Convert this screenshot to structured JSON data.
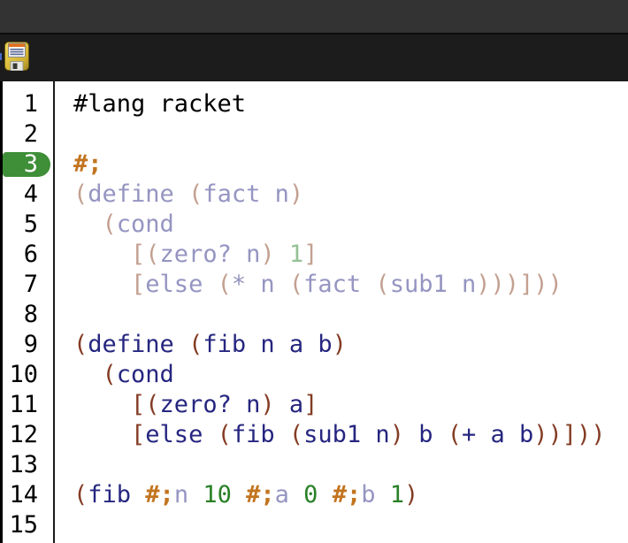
{
  "toolbar": {
    "save_icon": "floppy-disk-save-icon"
  },
  "editor": {
    "language_line": "#lang racket",
    "highlighted_line": "3",
    "colors": {
      "plain": "#000000",
      "paren": "#843c24",
      "id": "#262680",
      "num": "#298026",
      "comment": "#c2741f",
      "paren-f": "#c3a091",
      "id-f": "#9595c2",
      "num-f": "#95c295",
      "badge": "#3f8e38"
    },
    "lines": [
      {
        "num": "1",
        "tokens": [
          [
            "#lang racket",
            "plain"
          ]
        ]
      },
      {
        "num": "2",
        "tokens": []
      },
      {
        "num": "3",
        "tokens": [
          [
            "#;",
            "comment"
          ]
        ]
      },
      {
        "num": "4",
        "tokens": [
          [
            "(",
            "paren-f"
          ],
          [
            "define ",
            "id-f"
          ],
          [
            "(",
            "paren-f"
          ],
          [
            "fact n",
            "id-f"
          ],
          [
            ")",
            "paren-f"
          ]
        ]
      },
      {
        "num": "5",
        "tokens": [
          [
            "  ",
            "plain"
          ],
          [
            "(",
            "paren-f"
          ],
          [
            "cond",
            "id-f"
          ]
        ]
      },
      {
        "num": "6",
        "tokens": [
          [
            "    ",
            "plain"
          ],
          [
            "[(",
            "paren-f"
          ],
          [
            "zero? n",
            "id-f"
          ],
          [
            ")",
            "paren-f"
          ],
          [
            " ",
            "plain"
          ],
          [
            "1",
            "num-f"
          ],
          [
            "]",
            "paren-f"
          ]
        ]
      },
      {
        "num": "7",
        "tokens": [
          [
            "    ",
            "plain"
          ],
          [
            "[",
            "paren-f"
          ],
          [
            "else ",
            "id-f"
          ],
          [
            "(",
            "paren-f"
          ],
          [
            "* n ",
            "id-f"
          ],
          [
            "(",
            "paren-f"
          ],
          [
            "fact ",
            "id-f"
          ],
          [
            "(",
            "paren-f"
          ],
          [
            "sub1 n",
            "id-f"
          ],
          [
            ")))]))",
            "paren-f"
          ]
        ]
      },
      {
        "num": "8",
        "tokens": []
      },
      {
        "num": "9",
        "tokens": [
          [
            "(",
            "paren"
          ],
          [
            "define ",
            "id"
          ],
          [
            "(",
            "paren"
          ],
          [
            "fib n a b",
            "id"
          ],
          [
            ")",
            "paren"
          ]
        ]
      },
      {
        "num": "10",
        "tokens": [
          [
            "  ",
            "plain"
          ],
          [
            "(",
            "paren"
          ],
          [
            "cond",
            "id"
          ]
        ]
      },
      {
        "num": "11",
        "tokens": [
          [
            "    ",
            "plain"
          ],
          [
            "[(",
            "paren"
          ],
          [
            "zero? n",
            "id"
          ],
          [
            ")",
            "paren"
          ],
          [
            " ",
            "plain"
          ],
          [
            "a",
            "id"
          ],
          [
            "]",
            "paren"
          ]
        ]
      },
      {
        "num": "12",
        "tokens": [
          [
            "    ",
            "plain"
          ],
          [
            "[",
            "paren"
          ],
          [
            "else ",
            "id"
          ],
          [
            "(",
            "paren"
          ],
          [
            "fib ",
            "id"
          ],
          [
            "(",
            "paren"
          ],
          [
            "sub1 n",
            "id"
          ],
          [
            ")",
            "paren"
          ],
          [
            " b ",
            "id"
          ],
          [
            "(",
            "paren"
          ],
          [
            "+ a b",
            "id"
          ],
          [
            "))]))",
            "paren"
          ]
        ]
      },
      {
        "num": "13",
        "tokens": []
      },
      {
        "num": "14",
        "tokens": [
          [
            "(",
            "paren"
          ],
          [
            "fib ",
            "id"
          ],
          [
            "#;",
            "comment"
          ],
          [
            "n",
            "id-f"
          ],
          [
            " ",
            "plain"
          ],
          [
            "10",
            "num"
          ],
          [
            " ",
            "plain"
          ],
          [
            "#;",
            "comment"
          ],
          [
            "a",
            "id-f"
          ],
          [
            " ",
            "plain"
          ],
          [
            "0",
            "num"
          ],
          [
            " ",
            "plain"
          ],
          [
            "#;",
            "comment"
          ],
          [
            "b",
            "id-f"
          ],
          [
            " ",
            "plain"
          ],
          [
            "1",
            "num"
          ],
          [
            ")",
            "paren"
          ]
        ]
      },
      {
        "num": "15",
        "tokens": []
      }
    ]
  }
}
